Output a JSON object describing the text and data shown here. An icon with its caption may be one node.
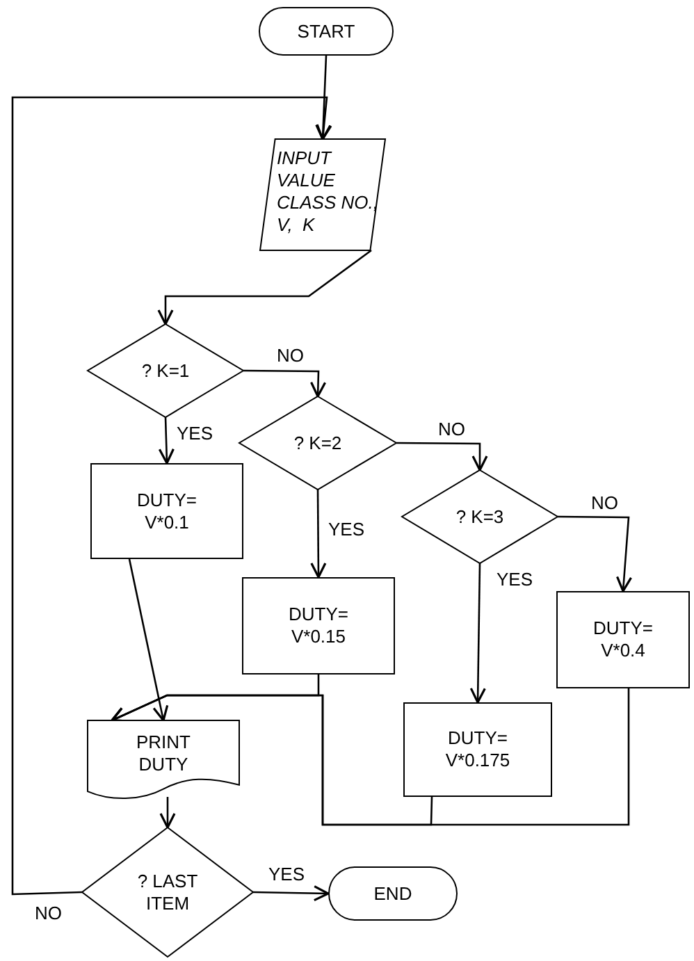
{
  "diagram": {
    "nodes": [
      {
        "text": [
          "START"
        ]
      },
      {
        "text": [
          "INPUT VALUE CLASS NO., V,  K"
        ]
      },
      {
        "text": [
          "? K=1"
        ]
      },
      {
        "text": [
          "? K=2"
        ]
      },
      {
        "text": [
          "? K=3"
        ]
      },
      {
        "text": [
          "DUTY= V*0.1"
        ]
      },
      {
        "text": [
          "DUTY= V*0.15"
        ]
      },
      {
        "text": [
          "DUTY= V*0.4"
        ]
      },
      {
        "text": [
          "DUTY= V*0.175"
        ]
      },
      {
        "text": [
          "PRINT DUTY"
        ]
      },
      {
        "text": [
          "? LAST ITEM"
        ]
      },
      {
        "text": [
          "END"
        ]
      }
    ],
    "edges": [
      {
        "from": 0,
        "to": 1,
        "arrow": "to"
      },
      {
        "from": 10,
        "to": 1,
        "arrow": "to",
        "label": "NO"
      },
      {
        "from": 1,
        "to": 2,
        "arrow": "to"
      },
      {
        "from": 2,
        "to": 3,
        "arrow": "to",
        "label": "NO"
      },
      {
        "from": 2,
        "to": 5,
        "arrow": "to",
        "label": "YES"
      },
      {
        "from": 3,
        "to": 4,
        "arrow": "to",
        "label": "NO"
      },
      {
        "from": 3,
        "to": 6,
        "arrow": "to",
        "label": "YES"
      },
      {
        "from": 4,
        "to": 7,
        "arrow": "to",
        "label": "NO"
      },
      {
        "from": 4,
        "to": 8,
        "arrow": "to",
        "label": "YES"
      },
      {
        "from": 5,
        "to": 9,
        "arrow": "to"
      },
      {
        "from": 6,
        "to": 9,
        "arrow": "to"
      },
      {
        "from": 8,
        "to": 9,
        "arrow": "to"
      },
      {
        "from": 7,
        "to": 9,
        "arrow": "to"
      },
      {
        "from": 9,
        "to": 10,
        "arrow": "to"
      },
      {
        "from": 10,
        "to": 11,
        "arrow": "to",
        "label": "YES"
      }
    ]
  }
}
